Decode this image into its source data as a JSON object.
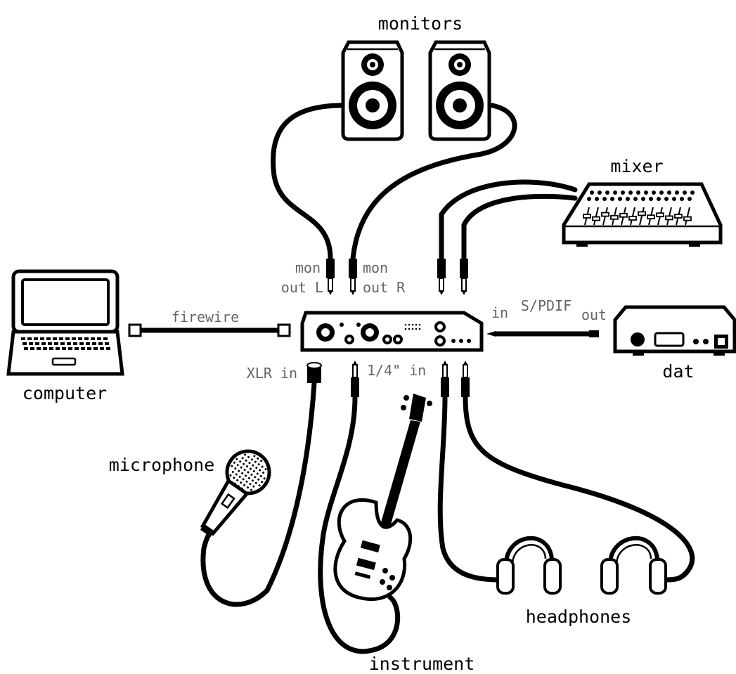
{
  "devices": {
    "monitors": "monitors",
    "mixer": "mixer",
    "computer": "computer",
    "dat": "dat",
    "microphone": "microphone",
    "instrument": "instrument",
    "headphones": "headphones"
  },
  "ports": {
    "mon_out_l_line1": "mon",
    "mon_out_l_line2": "out L",
    "mon_out_r_line1": "mon",
    "mon_out_r_line2": "out R",
    "firewire": "firewire",
    "spdif_in": "in",
    "spdif": "S/PDIF",
    "spdif_out": "out",
    "xlr_in": "XLR in",
    "quarter_in": "1/4\" in"
  }
}
